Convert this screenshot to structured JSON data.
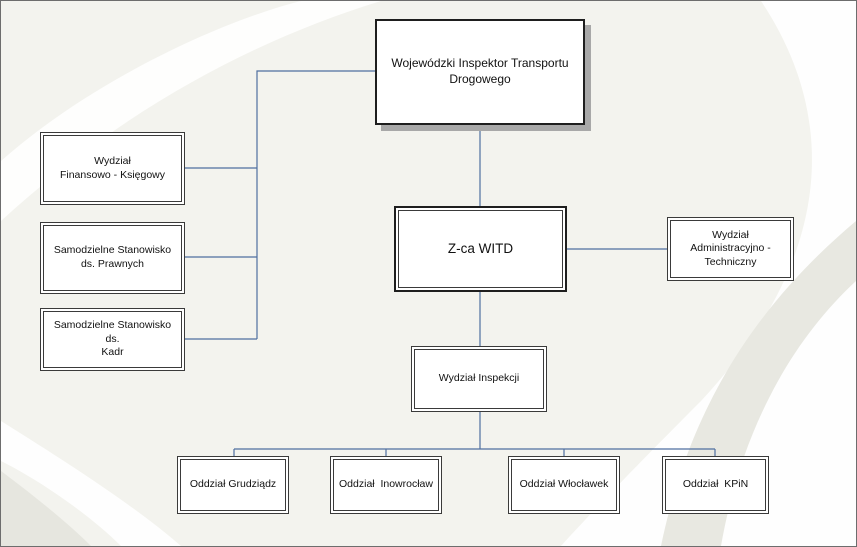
{
  "diagram": {
    "boxes": {
      "top": "Wojewódzki Inspektor Transportu Drogowego",
      "finance": "Wydział\nFinansowo - Księgowy",
      "legal": "Samodzielne Stanowisko\nds. Prawnych",
      "hr": "Samodzielne Stanowisko ds.\nKadr",
      "deputy": "Z-ca WITD",
      "admin": "Wydział\nAdministracyjno -\nTechniczny",
      "inspection": "Wydział Inspekcji",
      "grudziadz": "Oddział Grudziądz",
      "inowroclaw": "Oddział  Inowrocław",
      "wloclawek": "Oddział Włocławek",
      "kpin": "Oddział  KPiN"
    }
  },
  "colors": {
    "connector": "#4f6fa0",
    "border": "#1e1e1e",
    "background": "#f3f3ee",
    "shadow": "#a8a8a8"
  }
}
